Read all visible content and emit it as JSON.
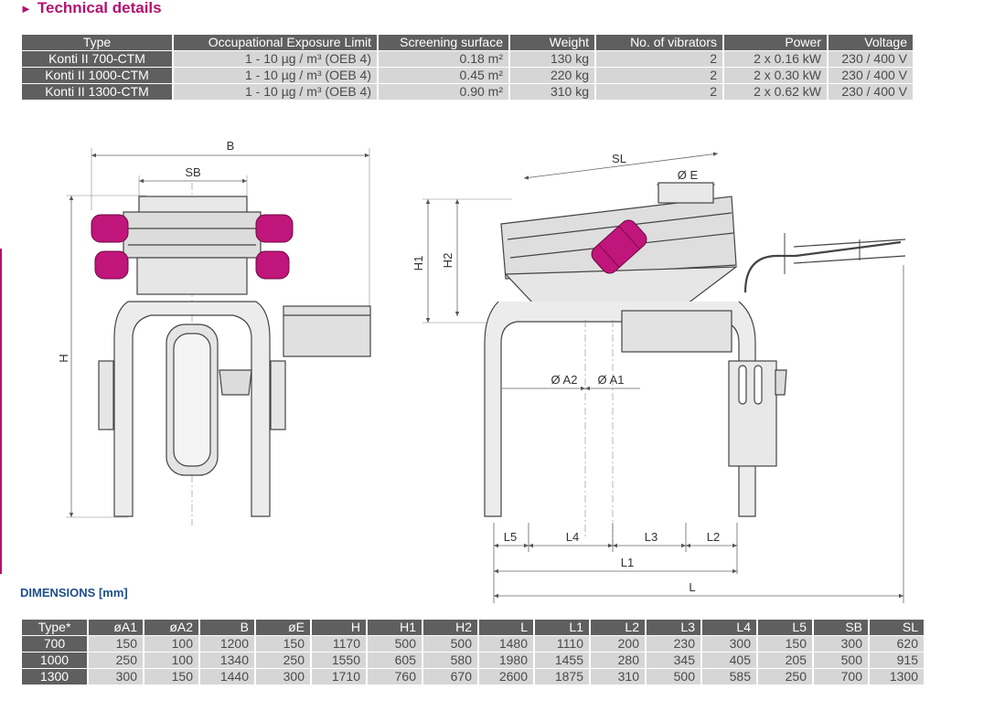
{
  "heading": "Technical details",
  "tech": {
    "headers": [
      "Type",
      "Occupational Exposure Limit",
      "Screening surface",
      "Weight",
      "No. of vibrators",
      "Power",
      "Voltage"
    ],
    "rows": [
      [
        "Konti II 700-CTM",
        "1 - 10 µg / m³ (OEB 4)",
        "0.18 m²",
        "130 kg",
        "2",
        "2 x 0.16 kW",
        "230 / 400 V"
      ],
      [
        "Konti II 1000-CTM",
        "1 - 10 µg / m³ (OEB 4)",
        "0.45 m²",
        "220 kg",
        "2",
        "2 x 0.30 kW",
        "230 / 400 V"
      ],
      [
        "Konti II 1300-CTM",
        "1 - 10 µg / m³ (OEB 4)",
        "0.90 m²",
        "310 kg",
        "2",
        "2 x 0.62 kW",
        "230 / 400 V"
      ]
    ]
  },
  "drawing": {
    "front": {
      "B": "B",
      "SB": "SB",
      "H": "H"
    },
    "side": {
      "SL": "SL",
      "E": "Ø E",
      "H1": "H1",
      "H2": "H2",
      "A2": "Ø A2",
      "A1": "Ø A1",
      "L5": "L5",
      "L4": "L4",
      "L3": "L3",
      "L2": "L2",
      "L1": "L1",
      "L": "L"
    },
    "accent": "#c0157a"
  },
  "dimensions": {
    "label": "DIMENSIONS [mm]",
    "headers": [
      "Type*",
      "øA1",
      "øA2",
      "B",
      "øE",
      "H",
      "H1",
      "H2",
      "L",
      "L1",
      "L2",
      "L3",
      "L4",
      "L5",
      "SB",
      "SL"
    ],
    "rows": [
      [
        "700",
        "150",
        "100",
        "1200",
        "150",
        "1170",
        "500",
        "500",
        "1480",
        "1110",
        "200",
        "230",
        "300",
        "150",
        "300",
        "620"
      ],
      [
        "1000",
        "250",
        "100",
        "1340",
        "250",
        "1550",
        "605",
        "580",
        "1980",
        "1455",
        "280",
        "345",
        "405",
        "205",
        "500",
        "915"
      ],
      [
        "1300",
        "300",
        "150",
        "1440",
        "300",
        "1710",
        "760",
        "670",
        "2600",
        "1875",
        "310",
        "500",
        "585",
        "250",
        "700",
        "1300"
      ]
    ]
  }
}
